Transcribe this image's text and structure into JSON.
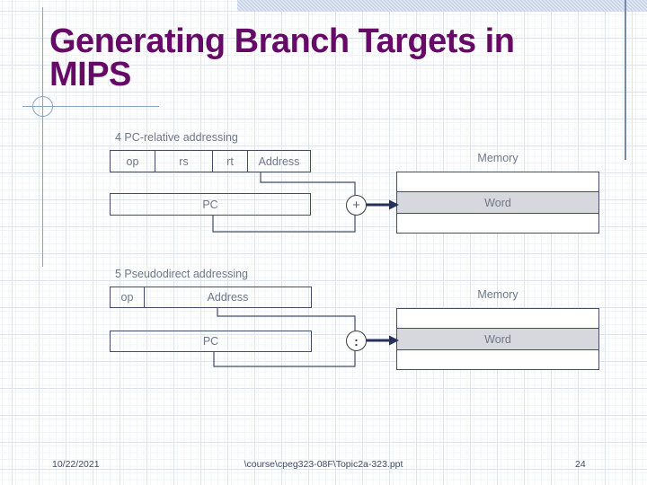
{
  "slide": {
    "title": "Generating Branch Targets in MIPS",
    "footer": {
      "date": "10/22/2021",
      "path": "\\course\\cpeg323-08F\\Topic2a-323.ppt",
      "page": "24"
    }
  },
  "diagrams": [
    {
      "heading": "4 PC-relative addressing",
      "fields": [
        "op",
        "rs",
        "rt",
        "Address"
      ],
      "pc_label": "PC",
      "operator": "+",
      "memory_label": "Memory",
      "word_label": "Word"
    },
    {
      "heading": "5 Pseudodirect addressing",
      "fields": [
        "op",
        "Address"
      ],
      "pc_label": "PC",
      "operator": ":",
      "memory_label": "Memory",
      "word_label": "Word"
    }
  ],
  "colors": {
    "title": "#670a67",
    "diagram_text": "#6d7789",
    "box_border": "#404e68",
    "arrow": "#26305c",
    "word_fill": "#d7d8dd",
    "accent_bar": "#c9d3e8",
    "drafting_line": "#8ba4c6"
  }
}
